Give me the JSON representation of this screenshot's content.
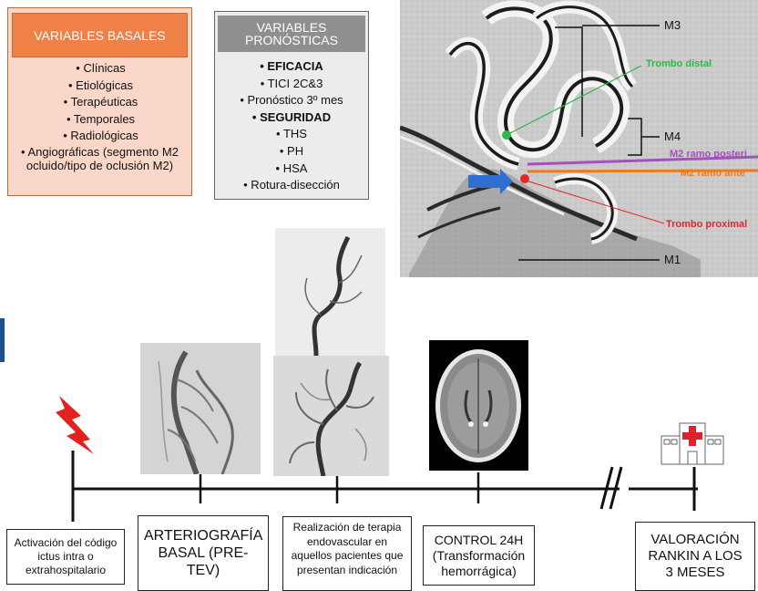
{
  "basal": {
    "title": "VARIABLES BASALES",
    "items": [
      "• Clínicas",
      "• Etiológicas",
      "• Terapéuticas",
      "• Temporales",
      "• Radiológicas",
      "• Angiográficas (segmento M2 ocluido/tipo de oclusión M2)"
    ]
  },
  "prognostic": {
    "title_line1": "VARIABLES",
    "title_line2": "PRONÓSTICAS",
    "items": [
      "• EFICACIA",
      "• TICI 2C&3",
      "• Pronóstico 3º mes",
      "• SEGURIDAD",
      "• THS",
      "• PH",
      "• HSA",
      "• Rotura-disección"
    ]
  },
  "anatomy": {
    "labels": {
      "m3": "M3",
      "m4": "M4",
      "m1": "M1",
      "trombo_distal": "Trombo distal",
      "m2_posterior": "M2 ramo posteri",
      "m2_anterior": "M2 ramo ante",
      "trombo_proximal": "Trombo proximal"
    },
    "colors": {
      "distal": "#2db84a",
      "posterior": "#a64fc0",
      "anterior": "#f07a1a",
      "proximal": "#e2262a",
      "arrow": "#2e6fd0"
    }
  },
  "timeline": {
    "steps": [
      "Activación del código ictus intra o extrahospitalario",
      "ARTERIOGRAFÍA BASAL (PRE-TEV)",
      "Realización de terapia endovascular en aquellos pacientes que presentan indicación",
      "CONTROL 24H (Transformación hemorrágica)",
      "VALORACIÓN RANKIN A LOS 3 MESES"
    ]
  },
  "colors": {
    "basal_header": "#ef8147",
    "basal_body": "#fad7c9",
    "prognostic_header": "#8f8f8f",
    "prognostic_body": "#ececec",
    "accent_blue": "#1f4e8c",
    "hospital_red": "#e0202a"
  }
}
